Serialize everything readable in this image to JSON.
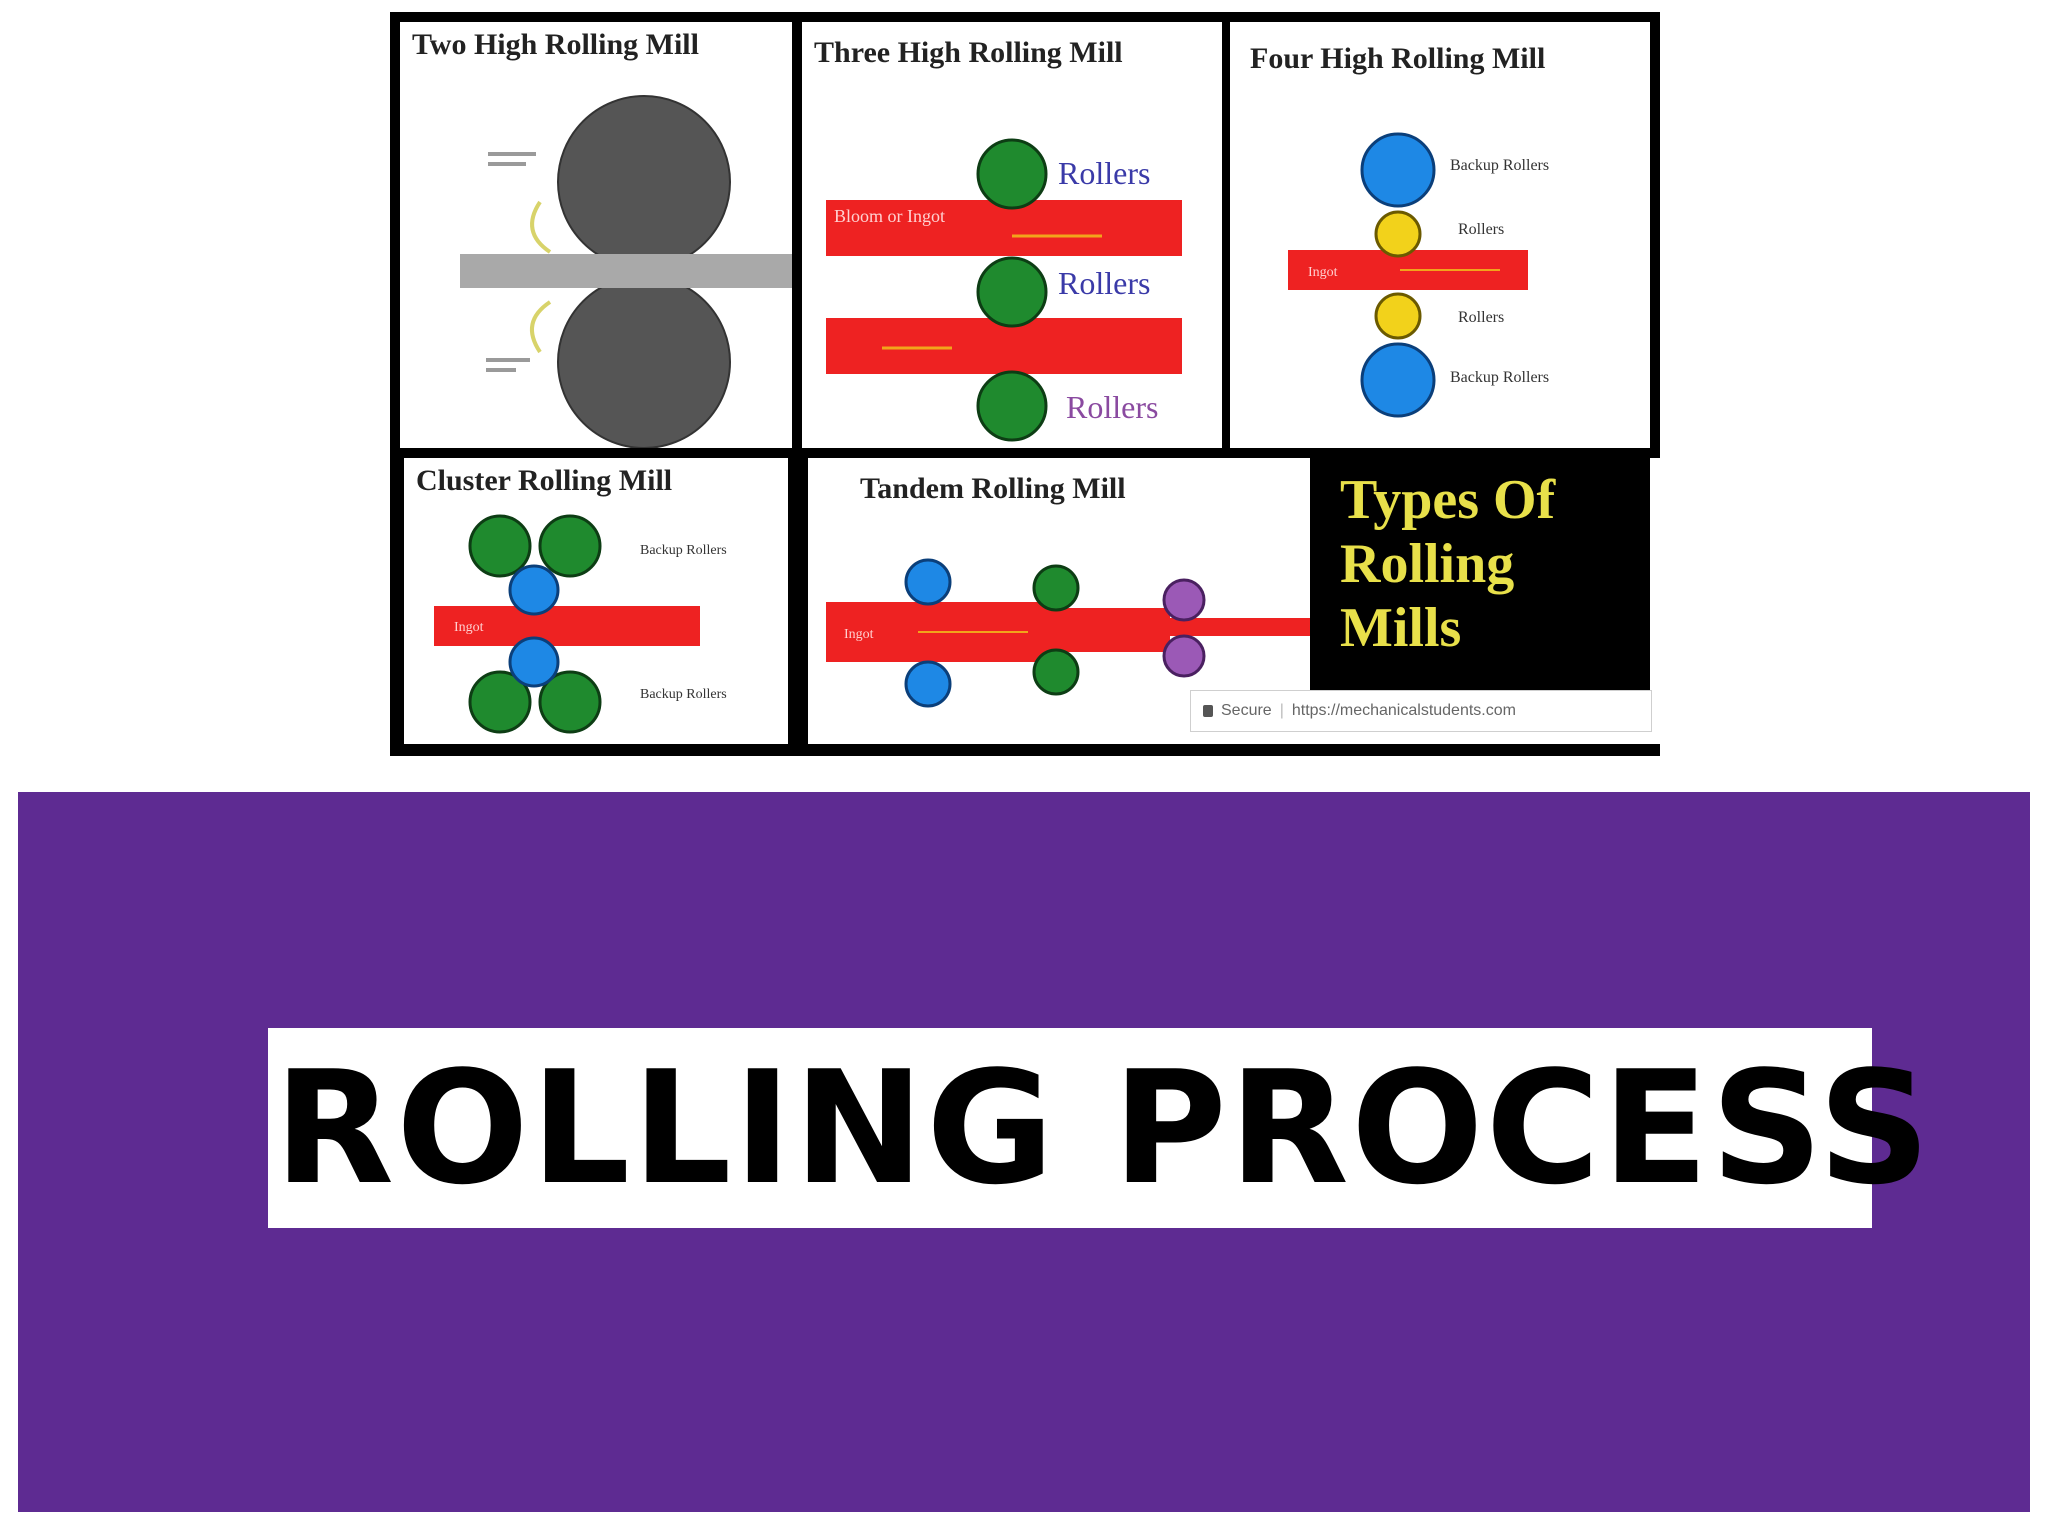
{
  "collage": {
    "panels": [
      {
        "title": "Two High Rolling Mill",
        "roll_color": "#555555",
        "strip_color": "#a9a9a9"
      },
      {
        "title": "Three High Rolling Mill",
        "label_rollers_1": "Rollers",
        "label_rollers_2": "Rollers",
        "label_rollers_3": "Rollers",
        "strip_label": "Bloom or Ingot",
        "roll_color": "#1f8a2e",
        "strip_color": "#ee2222"
      },
      {
        "title": "Four High Rolling Mill",
        "label_backup_top": "Backup Rollers",
        "label_rollers_top": "Rollers",
        "label_rollers_bottom": "Rollers",
        "label_backup_bottom": "Backup Rollers",
        "strip_label": "Ingot",
        "backup_color": "#1e88e5",
        "work_color": "#f2d21b"
      },
      {
        "title": "Cluster Rolling Mill",
        "label_backup_top": "Backup Rollers",
        "label_backup_bottom": "Backup Rollers",
        "strip_label": "Ingot"
      },
      {
        "title": "Tandem Rolling Mill",
        "strip_label": "Ingot",
        "third_color": "#9b59b6"
      }
    ],
    "banner": {
      "line1": "Types Of",
      "line2": "Rolling",
      "line3": "Mills",
      "text_color": "#e8e04a"
    },
    "url_bar": {
      "secure_label": "Secure",
      "url": "https://mechanicalstudents.com"
    }
  },
  "title": "ROLLING PROCESS",
  "colors": {
    "purple": "#5e2b92",
    "red": "#ee2222",
    "green": "#1f8a2e",
    "blue": "#1e88e5",
    "yellow": "#f2d21b",
    "grey": "#555555"
  }
}
